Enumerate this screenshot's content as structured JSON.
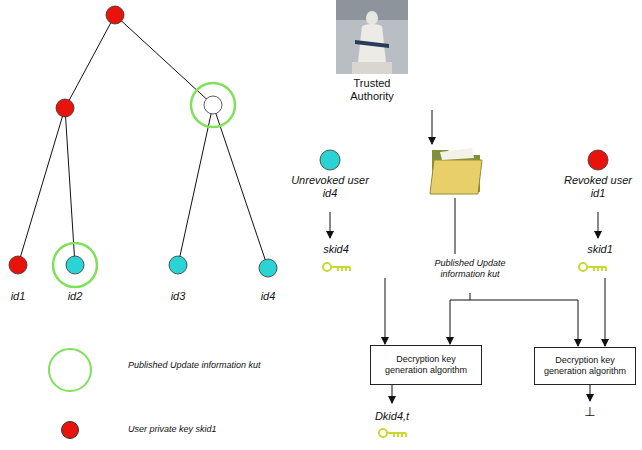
{
  "diagram": {
    "nodes": [
      {
        "text": [
          "Decryption key generation algorithm"
        ]
      },
      {
        "text": [
          "Decryption key generation algorithm"
        ]
      }
    ],
    "labels": [
      "id1",
      "id2",
      "id3",
      "id4",
      "Trusted Authority",
      "Unrevoked user id4",
      "Revoked user id1",
      "skid4",
      "Published Update information kut",
      "skid1",
      "Dkid4,t",
      "⊥"
    ],
    "legend": [
      {
        "text": "Published Update information kut"
      },
      {
        "text": "User private key skid1",
        "color": "#e8140c"
      }
    ]
  }
}
